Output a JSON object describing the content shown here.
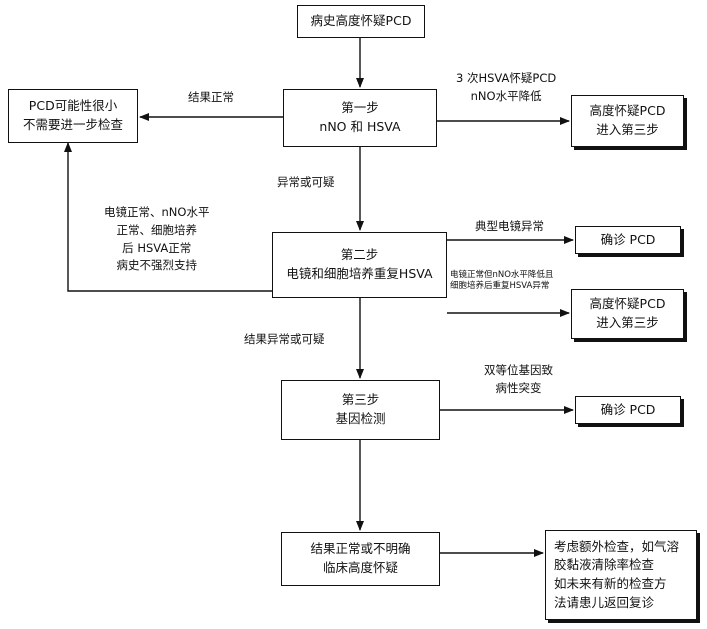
{
  "boxes": {
    "start": "病史高度怀疑PCD",
    "pcd_unlikely": [
      "PCD可能性很小",
      "不需要进一步检查"
    ],
    "step1": [
      "第一步",
      "nNO 和 HSVA"
    ],
    "suspect_step3_a": [
      "高度怀疑PCD",
      "进入第三步"
    ],
    "step2": [
      "第二步",
      "电镜和细胞培养重复HSVA"
    ],
    "confirm_a": "确诊 PCD",
    "suspect_step3_b": [
      "高度怀疑PCD",
      "进入第三步"
    ],
    "step3": [
      "第三步",
      "基因检测"
    ],
    "confirm_b": "确诊 PCD",
    "unclear": [
      "结果正常或不明确",
      "临床高度怀疑"
    ],
    "further": [
      "考虑额外检查，如气溶",
      "胶黏液清除率检查",
      "如未来有新的检查方",
      "法请患儿返回复诊"
    ]
  },
  "labels": {
    "result_normal": "结果正常",
    "hsva3": [
      "3 次HSVA怀疑PCD",
      "nNO水平降低"
    ],
    "abnormal_suspect": "异常或可疑",
    "em_normal": [
      "电镜正常、nNO水平",
      "正常、细胞培养",
      "后 HSVA正常",
      "病史不强烈支持"
    ],
    "typical_em": "典型电镜异常",
    "em_normal_nno_low": [
      "电镜正常但nNO水平降低且",
      "细胞培养后重复HSVA异常"
    ],
    "result_abnormal_suspect": "结果异常或可疑",
    "biallelic": [
      "双等位基因致",
      "病性突变"
    ]
  }
}
